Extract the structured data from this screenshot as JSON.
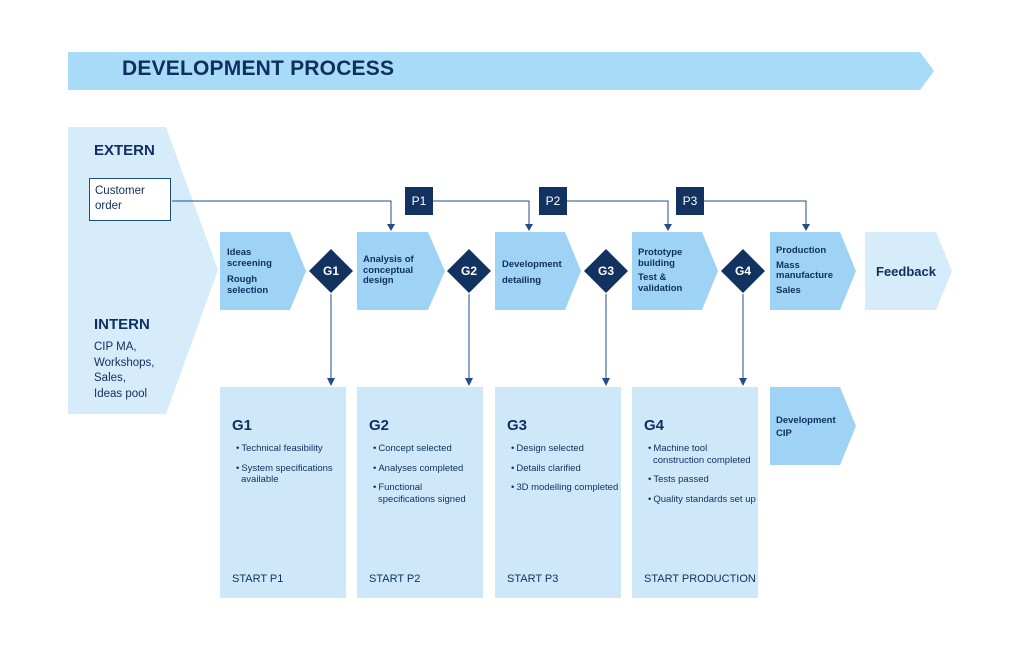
{
  "title": "DEVELOPMENT PROCESS",
  "extern": {
    "heading": "EXTERN",
    "customer_order_line1": "Customer",
    "customer_order_line2": "order"
  },
  "intern": {
    "heading": "INTERN",
    "items": [
      "CIP MA,",
      "Workshops,",
      "Sales,",
      "Ideas pool"
    ]
  },
  "stages": [
    {
      "lines": [
        "Ideas",
        "screening",
        "",
        "Rough",
        "selection"
      ]
    },
    {
      "lines": [
        "Analysis of",
        "conceptual",
        "design"
      ]
    },
    {
      "lines": [
        "Development",
        "",
        "detailing"
      ]
    },
    {
      "lines": [
        "Prototype",
        "building",
        "Test &",
        "validation"
      ]
    },
    {
      "lines": [
        "Production",
        "Mass",
        "manufacture",
        "Sales"
      ]
    }
  ],
  "feedback": "Feedback",
  "gates": [
    "G1",
    "G2",
    "G3",
    "G4"
  ],
  "phases": [
    "P1",
    "P2",
    "P3"
  ],
  "gate_boxes": [
    {
      "title": "G1",
      "items": [
        "Technical feasibility",
        "System specifications available"
      ],
      "start": "START P1"
    },
    {
      "title": "G2",
      "items": [
        "Concept selected",
        "Analyses completed",
        "Functional specifications signed"
      ],
      "start": "START P2"
    },
    {
      "title": "G3",
      "items": [
        "Design selected",
        "Details clarified",
        "3D modelling completed"
      ],
      "start": "START P3"
    },
    {
      "title": "G4",
      "items": [
        "Machine tool construction completed",
        "Tests passed",
        "Quality standards set up"
      ],
      "start": "START PRODUCTION"
    }
  ],
  "development_cip": {
    "line1": "Development",
    "line2": "CIP"
  },
  "colors": {
    "navy": "#0e2f5f",
    "arrow_mid": "#9fd3f5",
    "arrow_light": "#cfe8f9",
    "gate_diamond": "#12325f"
  }
}
